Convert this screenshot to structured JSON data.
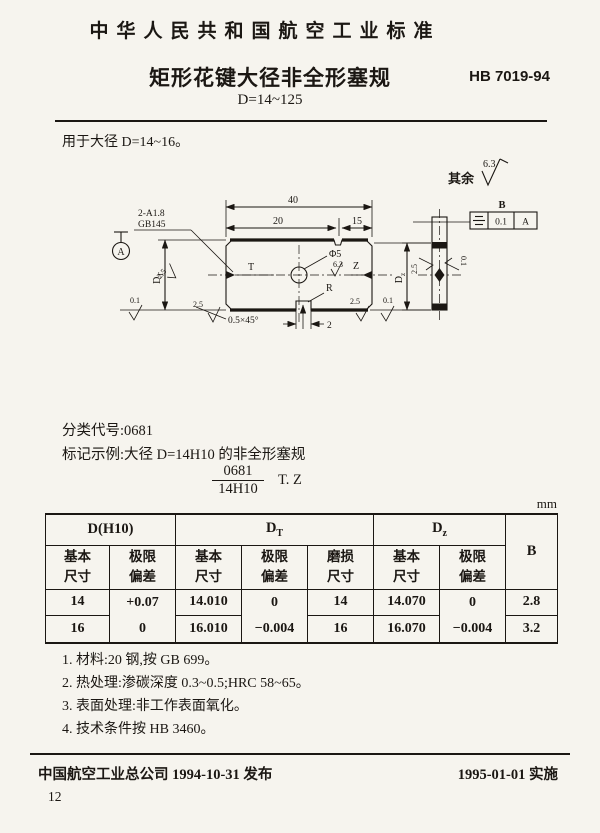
{
  "header": {
    "org_title": "中华人民共和国航空工业标准",
    "title": "矩形花键大径非全形塞规",
    "subtitle": "D=14~125",
    "code": "HB 7019-94"
  },
  "scope": "用于大径 D=14~16。",
  "drawing": {
    "surface_note_prefix": "其余",
    "surface_note_value": "6.3",
    "dim_total": "40",
    "dim_left": "20",
    "dim_right": "15",
    "center_hole_line1": "2-A1.8",
    "center_hole_line2": "GB145",
    "datum": "A",
    "label_T": "T",
    "label_Z": "Z",
    "hole_dia": "Φ5",
    "hole_roughness": "6.3",
    "label_R": "R",
    "notch_width": "2",
    "chamfer": "0.5×45°",
    "roughness_medium": "2.5",
    "roughness_fine": "0.1",
    "dt_main": "D",
    "dt_sub": "T",
    "dz_main": "D",
    "dz_sub": "z",
    "fcf_label": "B",
    "fcf_tolerance": "0.1",
    "fcf_datum": "A"
  },
  "classification": {
    "code_line": "分类代号:0681",
    "example_line": "标记示例:大径 D=14H10 的非全形塞规",
    "fraction_numerator": "0681",
    "fraction_denominator": "14H10",
    "fraction_suffix": "T. Z"
  },
  "table": {
    "unit": "mm",
    "head": {
      "d_group": "D(H10)",
      "dt_main": "D",
      "dt_sub": "T",
      "dz_main": "D",
      "dz_sub": "z",
      "b": "B",
      "basic": "基本\n尺寸",
      "deviation": "极限\n偏差",
      "wear": "磨损\n尺寸"
    },
    "merged": {
      "d_dev_top": "+0.07",
      "d_dev_bottom": "0",
      "dt_dev_top": "0",
      "dt_dev_bottom": "−0.004",
      "dz_dev_top": "0",
      "dz_dev_bottom": "−0.004"
    },
    "rows": [
      {
        "d": "14",
        "dt": "14.010",
        "wear": "14",
        "dz": "14.070",
        "b": "2.8"
      },
      {
        "d": "16",
        "dt": "16.010",
        "wear": "16",
        "dz": "16.070",
        "b": "3.2"
      }
    ]
  },
  "notes": [
    "1. 材料:20 钢,按 GB 699。",
    "2. 热处理:渗碳深度 0.3~0.5;HRC 58~65。",
    "3. 表面处理:非工作表面氧化。",
    "4. 技术条件按 HB 3460。"
  ],
  "footer": {
    "left": "中国航空工业总公司 1994-10-31 发布",
    "right": "1995-01-01 实施",
    "page": "12"
  }
}
